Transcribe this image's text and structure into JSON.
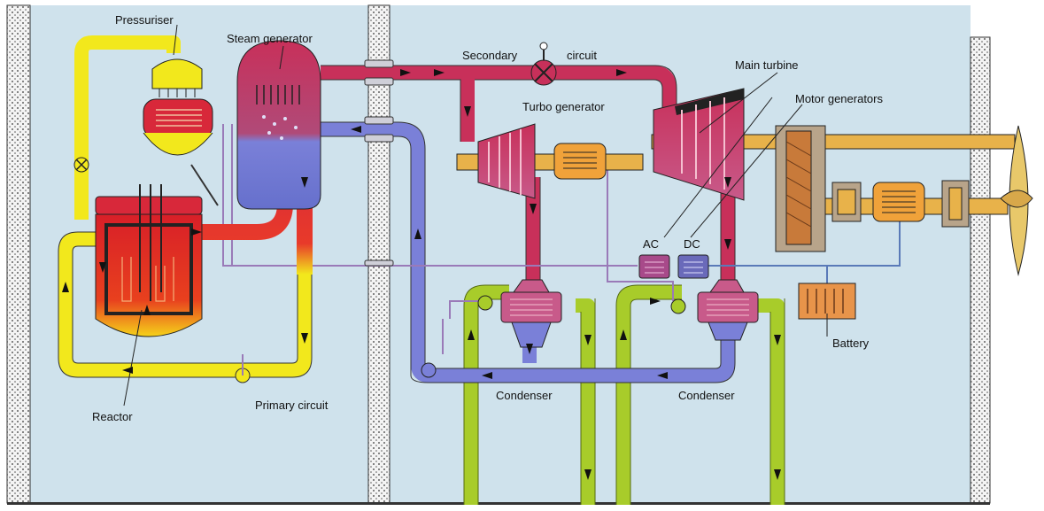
{
  "labels": {
    "pressuriser": "Pressuriser",
    "steam_generator": "Steam generator",
    "secondary": "Secondary",
    "circuit": "circuit",
    "main_turbine": "Main turbine",
    "turbo_generator": "Turbo generator",
    "motor_generators": "Motor generators",
    "ac": "AC",
    "dc": "DC",
    "battery": "Battery",
    "condenser_left": "Condenser",
    "condenser_right": "Condenser",
    "primary_circuit": "Primary circuit",
    "reactor": "Reactor"
  },
  "colors": {
    "background": "#cfe2ec",
    "primary_pipe": "#f2e81c",
    "hot_pipe": "#c8305a",
    "cold_pipe": "#7a80d8",
    "cooling_pipe": "#a8cc2a",
    "shaft": "#e8b24a",
    "reactor_core": "#e02a20",
    "outline": "#222222"
  }
}
